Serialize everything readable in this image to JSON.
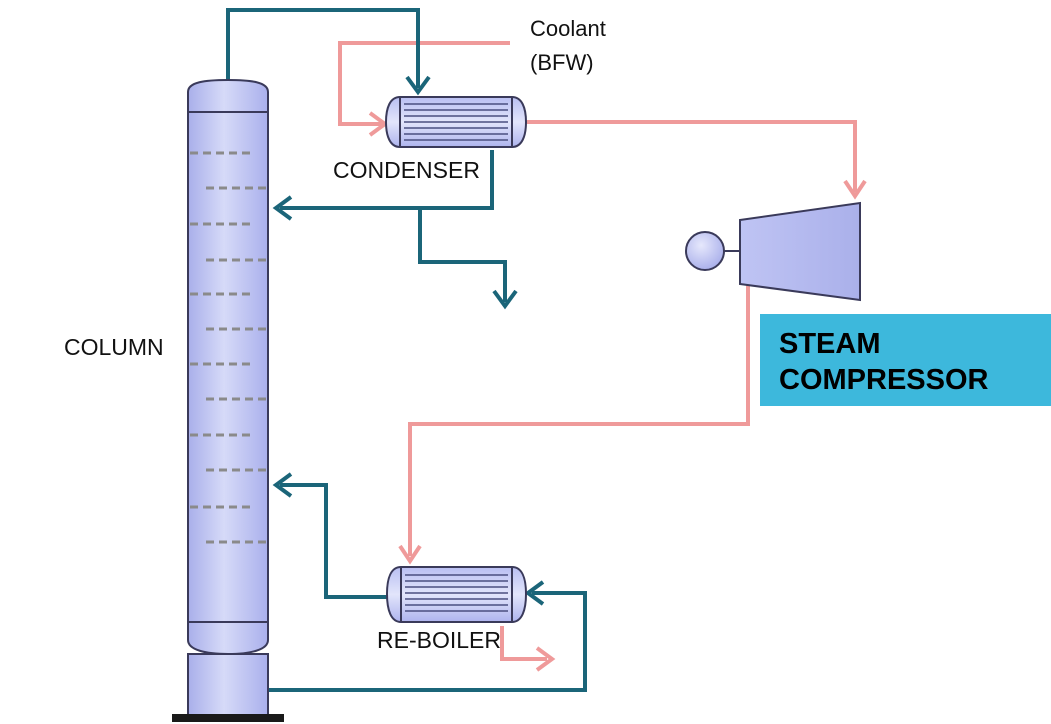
{
  "labels": {
    "coolant_line1": "Coolant",
    "coolant_line2": "(BFW)",
    "condenser": "CONDENSER",
    "column": "COLUMN",
    "reboiler": "RE-BOILER",
    "compressor_line1": "STEAM",
    "compressor_line2": "COMPRESSOR"
  },
  "colors": {
    "process_line": "#1b6579",
    "steam_line": "#ef9a9a",
    "vessel_fill": "#c3c8f4",
    "vessel_stroke": "#3a3a5a",
    "tray": "#888888",
    "compressor_badge": "#3db8dc"
  },
  "column": {
    "tray_count": 12
  },
  "equipment": {
    "condenser": {
      "type": "shell-and-tube heat exchanger"
    },
    "reboiler": {
      "type": "shell-and-tube heat exchanger"
    },
    "compressor": {
      "type": "steam compressor with motor"
    }
  }
}
